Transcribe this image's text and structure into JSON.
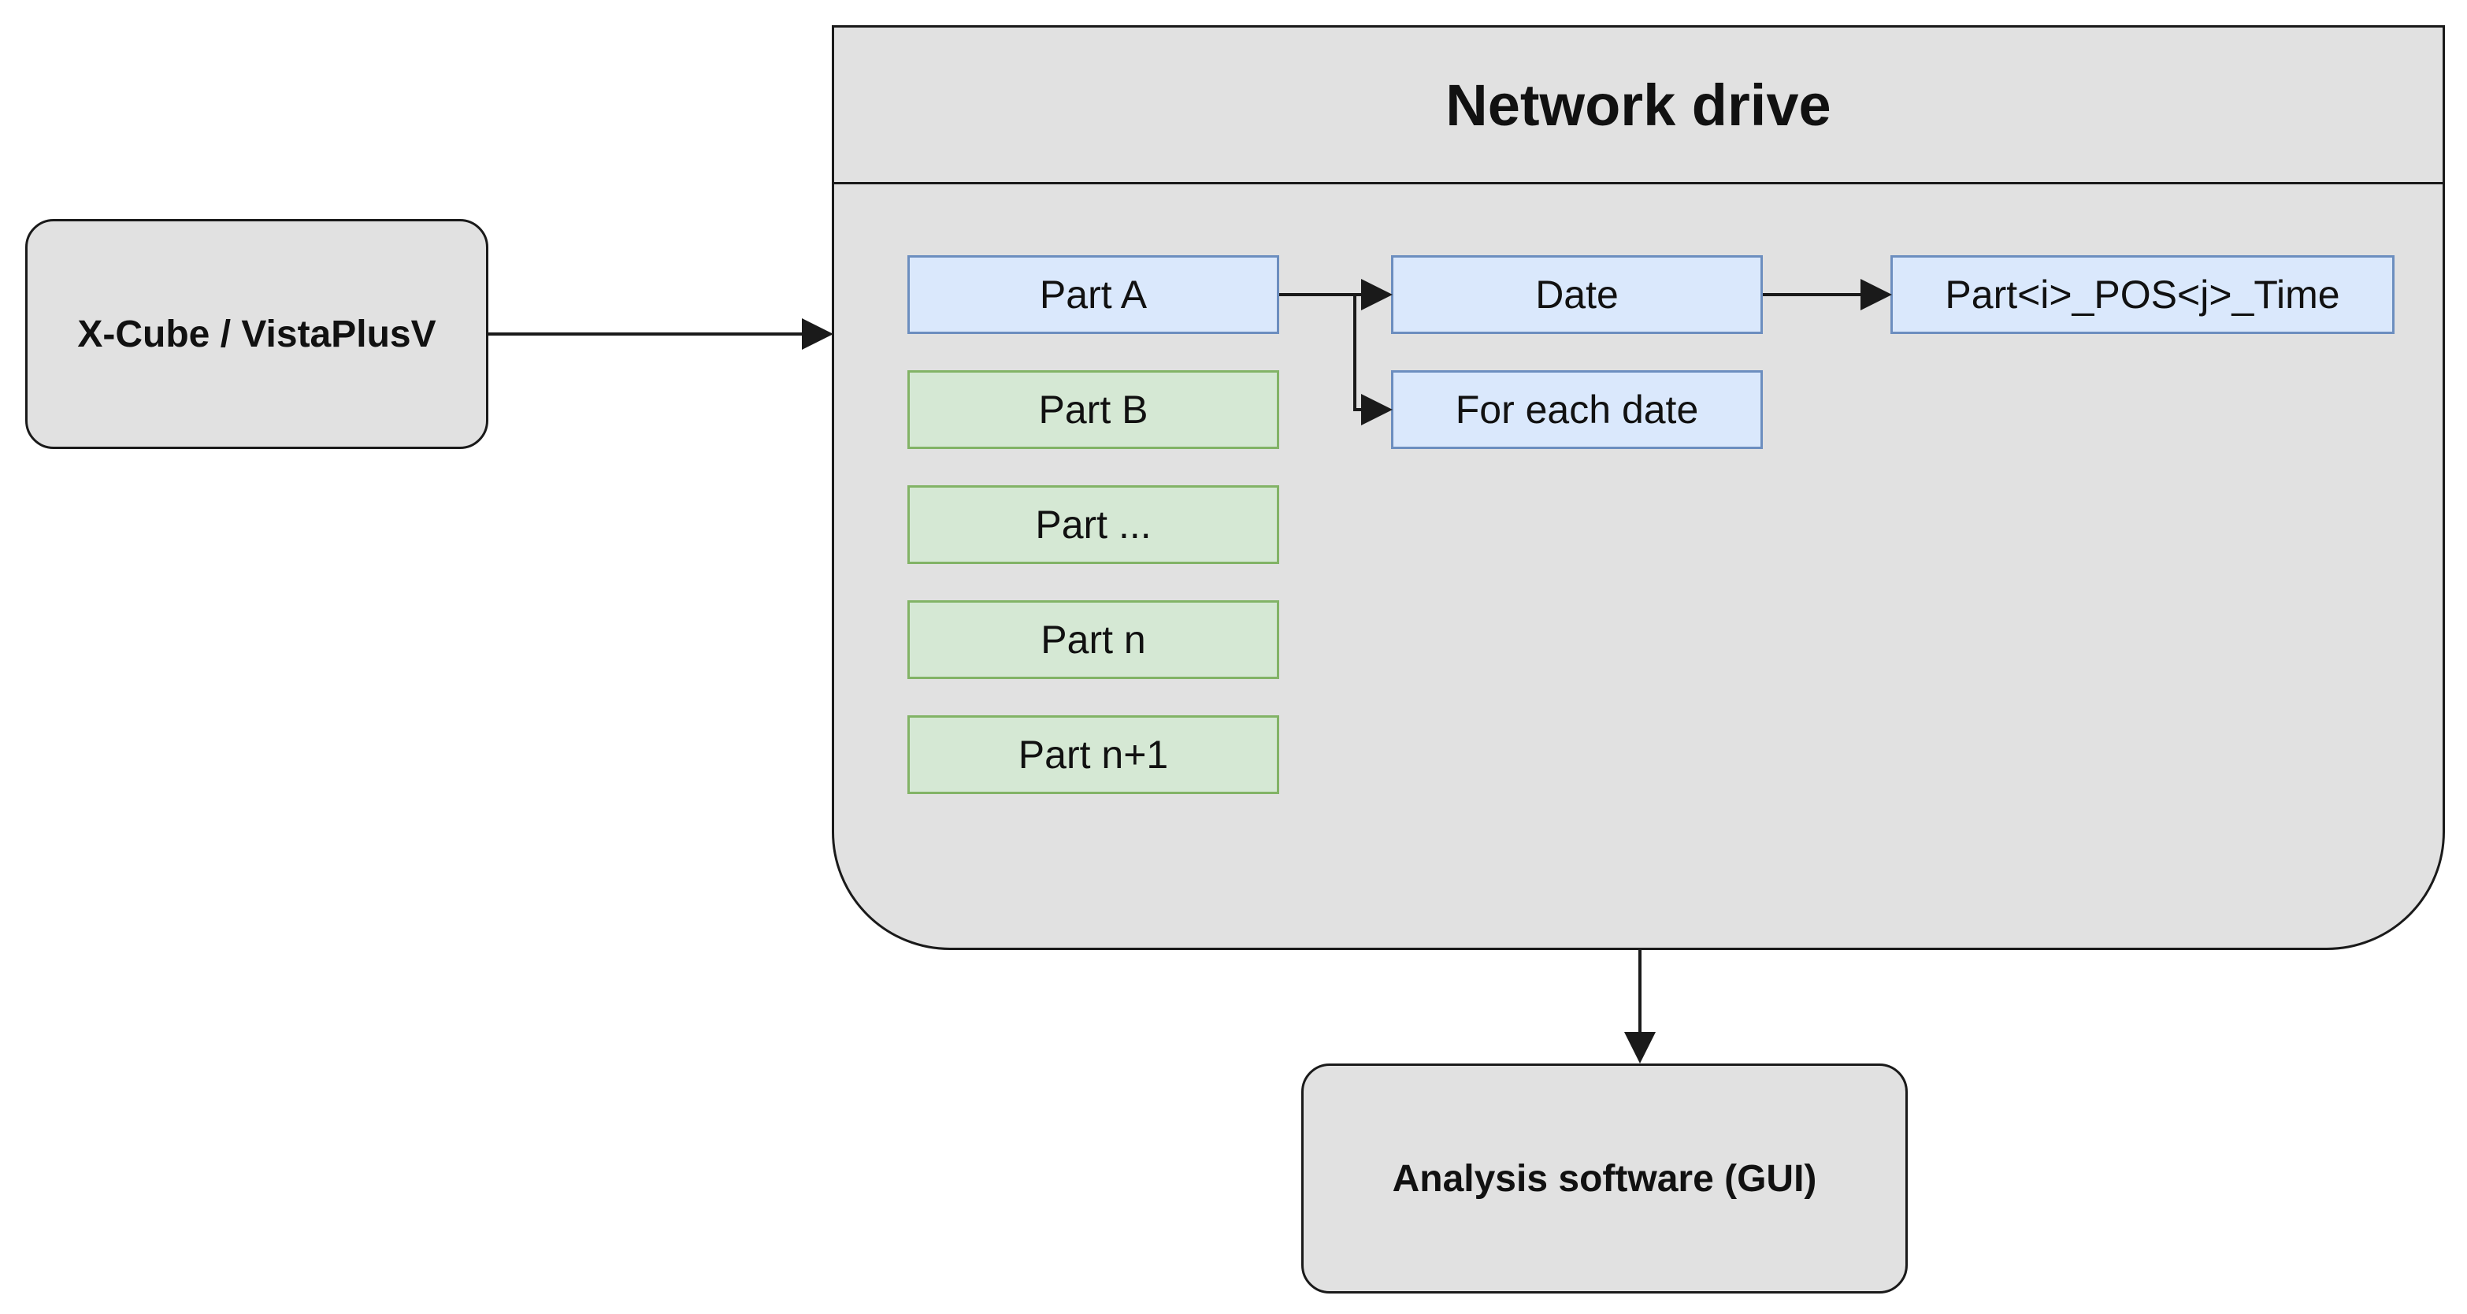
{
  "diagram": {
    "source_node": {
      "label": "X-Cube / VistaPlusV"
    },
    "network_drive": {
      "title": "Network drive",
      "parts": [
        "Part A",
        "Part B",
        "Part ...",
        "Part n",
        "Part n+1"
      ],
      "date_node": {
        "label": "Date"
      },
      "for_each_date_node": {
        "label": "For each date"
      },
      "file_node": {
        "label": "Part<i>_POS<j>_Time"
      }
    },
    "output_node": {
      "label": "Analysis software (GUI)"
    },
    "colors": {
      "container_fill": "#e1e1e1",
      "stroke": "#1a1a1a",
      "blue_fill": "#dae8fc",
      "blue_stroke": "#6c8ebf",
      "green_fill": "#d5e8d4",
      "green_stroke": "#82b366"
    }
  }
}
